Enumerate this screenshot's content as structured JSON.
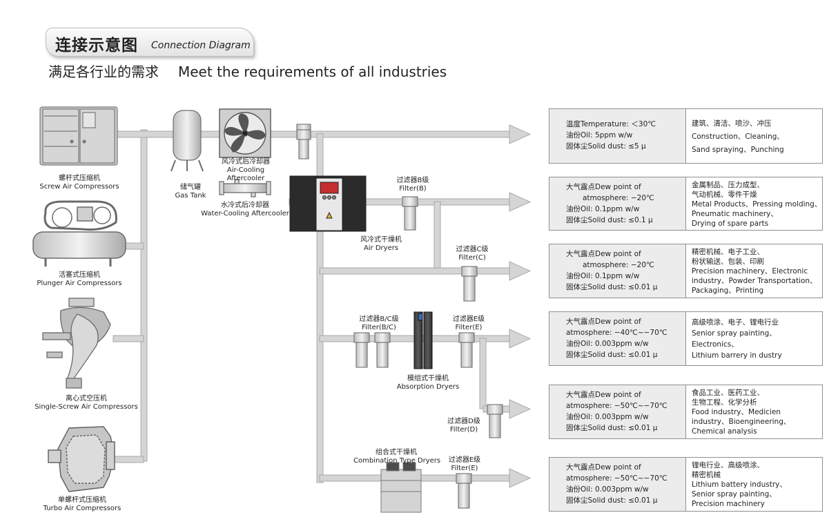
{
  "header": {
    "title_cn": "连接示意图",
    "title_en": "Connection Diagram",
    "subtitle_cn": "满足各行业的需求",
    "subtitle_en": "Meet the requirements of all industries"
  },
  "equipment": {
    "screw": [
      "螺杆式压缩机",
      "Screw Air Compressors"
    ],
    "plunger": [
      "活塞式压缩机",
      "Plunger Air Compressors"
    ],
    "centrifugal": [
      "离心式空压机",
      "Single-Screw Air Compressors"
    ],
    "turbo": [
      "单螺杆式压缩机",
      "Turbo Air Compressors"
    ],
    "tank": [
      "储气罐",
      "Gas Tank"
    ],
    "aircool": [
      "风冷式后冷却器",
      "Air-Cooling",
      "Aftercooler"
    ],
    "watercool": [
      "水冷式后冷却器",
      "Water-Cooling Aftercooler"
    ],
    "airdryer": [
      "风冷式干燥机",
      "Air Dryers"
    ],
    "absorption": [
      "模组式干燥机",
      "Absorption Dryers"
    ],
    "combination": [
      "组合式干燥机",
      "Combination Type Dryers"
    ]
  },
  "filters": {
    "b": [
      "过滤器B级",
      "Filter(B)"
    ],
    "c": [
      "过滤器C级",
      "Filter(C)"
    ],
    "bc": [
      "过滤器B/C级",
      "Filter(B/C)"
    ],
    "e1": [
      "过滤器E级",
      "Filter(E)"
    ],
    "d": [
      "过滤器D级",
      "Filter(D)"
    ],
    "e2": [
      "过滤器E级",
      "Filter(E)"
    ]
  },
  "outputs": [
    {
      "spec": [
        "温度Temperature: ＜30℃",
        "油份Oil: 5ppm w/w",
        "固体尘Solid dust: ≤5 μ"
      ],
      "apps": [
        "建筑、清洁、喷沙、冲压",
        "Construction、Cleaning、",
        "Sand spraying、Punching"
      ]
    },
    {
      "spec": [
        "大气露点Dew point of",
        "atmosphere: −20℃",
        "油份Oil: 0.1ppm w/w",
        "固体尘Solid dust: ≤0.1 μ"
      ],
      "apps": [
        "金属制品、压力成型、",
        "气动机械、零件干燥",
        "Metal Products、Pressing molding、",
        "Pneumatic machinery、",
        "Drying of spare parts"
      ]
    },
    {
      "spec": [
        "大气露点Dew point of",
        "atmosphere: −20℃",
        "油份Oil: 0.1ppm w/w",
        "固体尘Solid dust: ≤0.01 μ"
      ],
      "apps": [
        "精密机械、电子工业、",
        "粉状输送、包装、印刷",
        "Precision machinery、Electronic",
        "industry、Powder Transportation、",
        "Packaging、Printing"
      ]
    },
    {
      "spec": [
        "大气露点Dew point of",
        "atmosphere: −40℃~−70℃",
        "油份Oil: 0.003ppm w/w",
        "固体尘Solid dust: ≤0.01 μ"
      ],
      "apps": [
        "高级喷涂、电子、锂电行业",
        "Senior spray painting、",
        "Electronics、",
        "Lithium barrery in dustry"
      ]
    },
    {
      "spec": [
        "大气露点Dew point of",
        "atmosphere: −50℃~−70℃",
        "油份Oil: 0.003ppm w/w",
        "固体尘Solid dust: ≤0.01 μ"
      ],
      "apps": [
        "食品工业、医药工业、",
        "生物工程、化学分析",
        "Food industry、Medicien",
        "industry、Bioengineering、",
        "Chemical analysis"
      ]
    },
    {
      "spec": [
        "大气露点Dew point of",
        "atmosphere: −50℃~−70℃",
        "油份Oil: 0.003ppm w/w",
        "固体尘Solid dust: ≤0.01 μ"
      ],
      "apps": [
        "锂电行业、高级喷涂、",
        "精密机械",
        "Lithium battery industry、",
        "Senior spray painting、",
        "Precision machinery"
      ]
    }
  ]
}
